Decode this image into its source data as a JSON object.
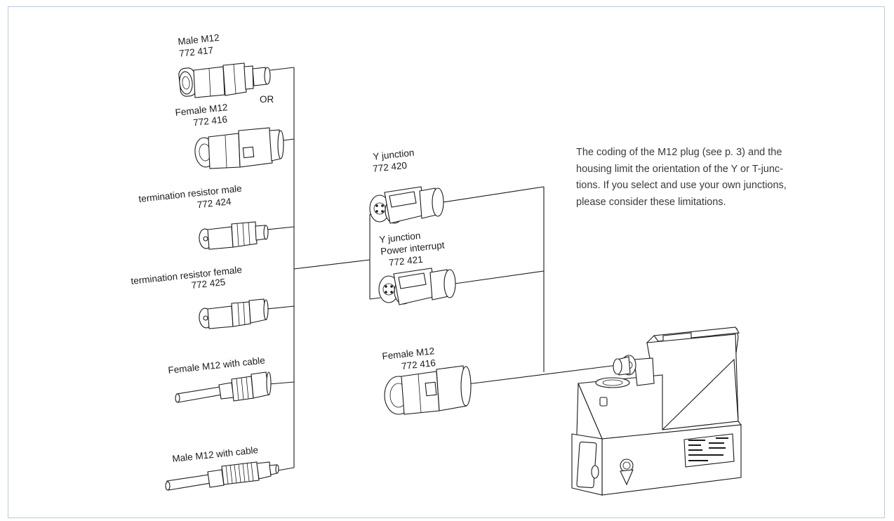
{
  "labels": {
    "male_m12": {
      "line1": "Male M12",
      "line2": "772 417"
    },
    "or": "OR",
    "female_m12": {
      "line1": "Female M12",
      "line2": "772 416"
    },
    "term_male": {
      "line1": "termination resistor male",
      "line2": "772 424"
    },
    "term_female": {
      "line1": "termination resistor female",
      "line2": "772 425"
    },
    "female_cable": "Female M12 with cable",
    "male_cable": "Male M12 with cable",
    "y_junction": {
      "line1": "Y junction",
      "line2": "772 420"
    },
    "y_junction_pi": {
      "line1": "Y junction",
      "line2": "Power interrupt",
      "line3": "772 421"
    },
    "female_m12_mid": {
      "line1": "Female M12",
      "line2": "772 416"
    }
  },
  "note": {
    "lines": [
      "The coding of the M12 plug (see p. 3) and the",
      "housing limit the orientation of the Y or T-junc-",
      "tions. If you select and use your own junctions,",
      "please consider these limitations."
    ]
  }
}
